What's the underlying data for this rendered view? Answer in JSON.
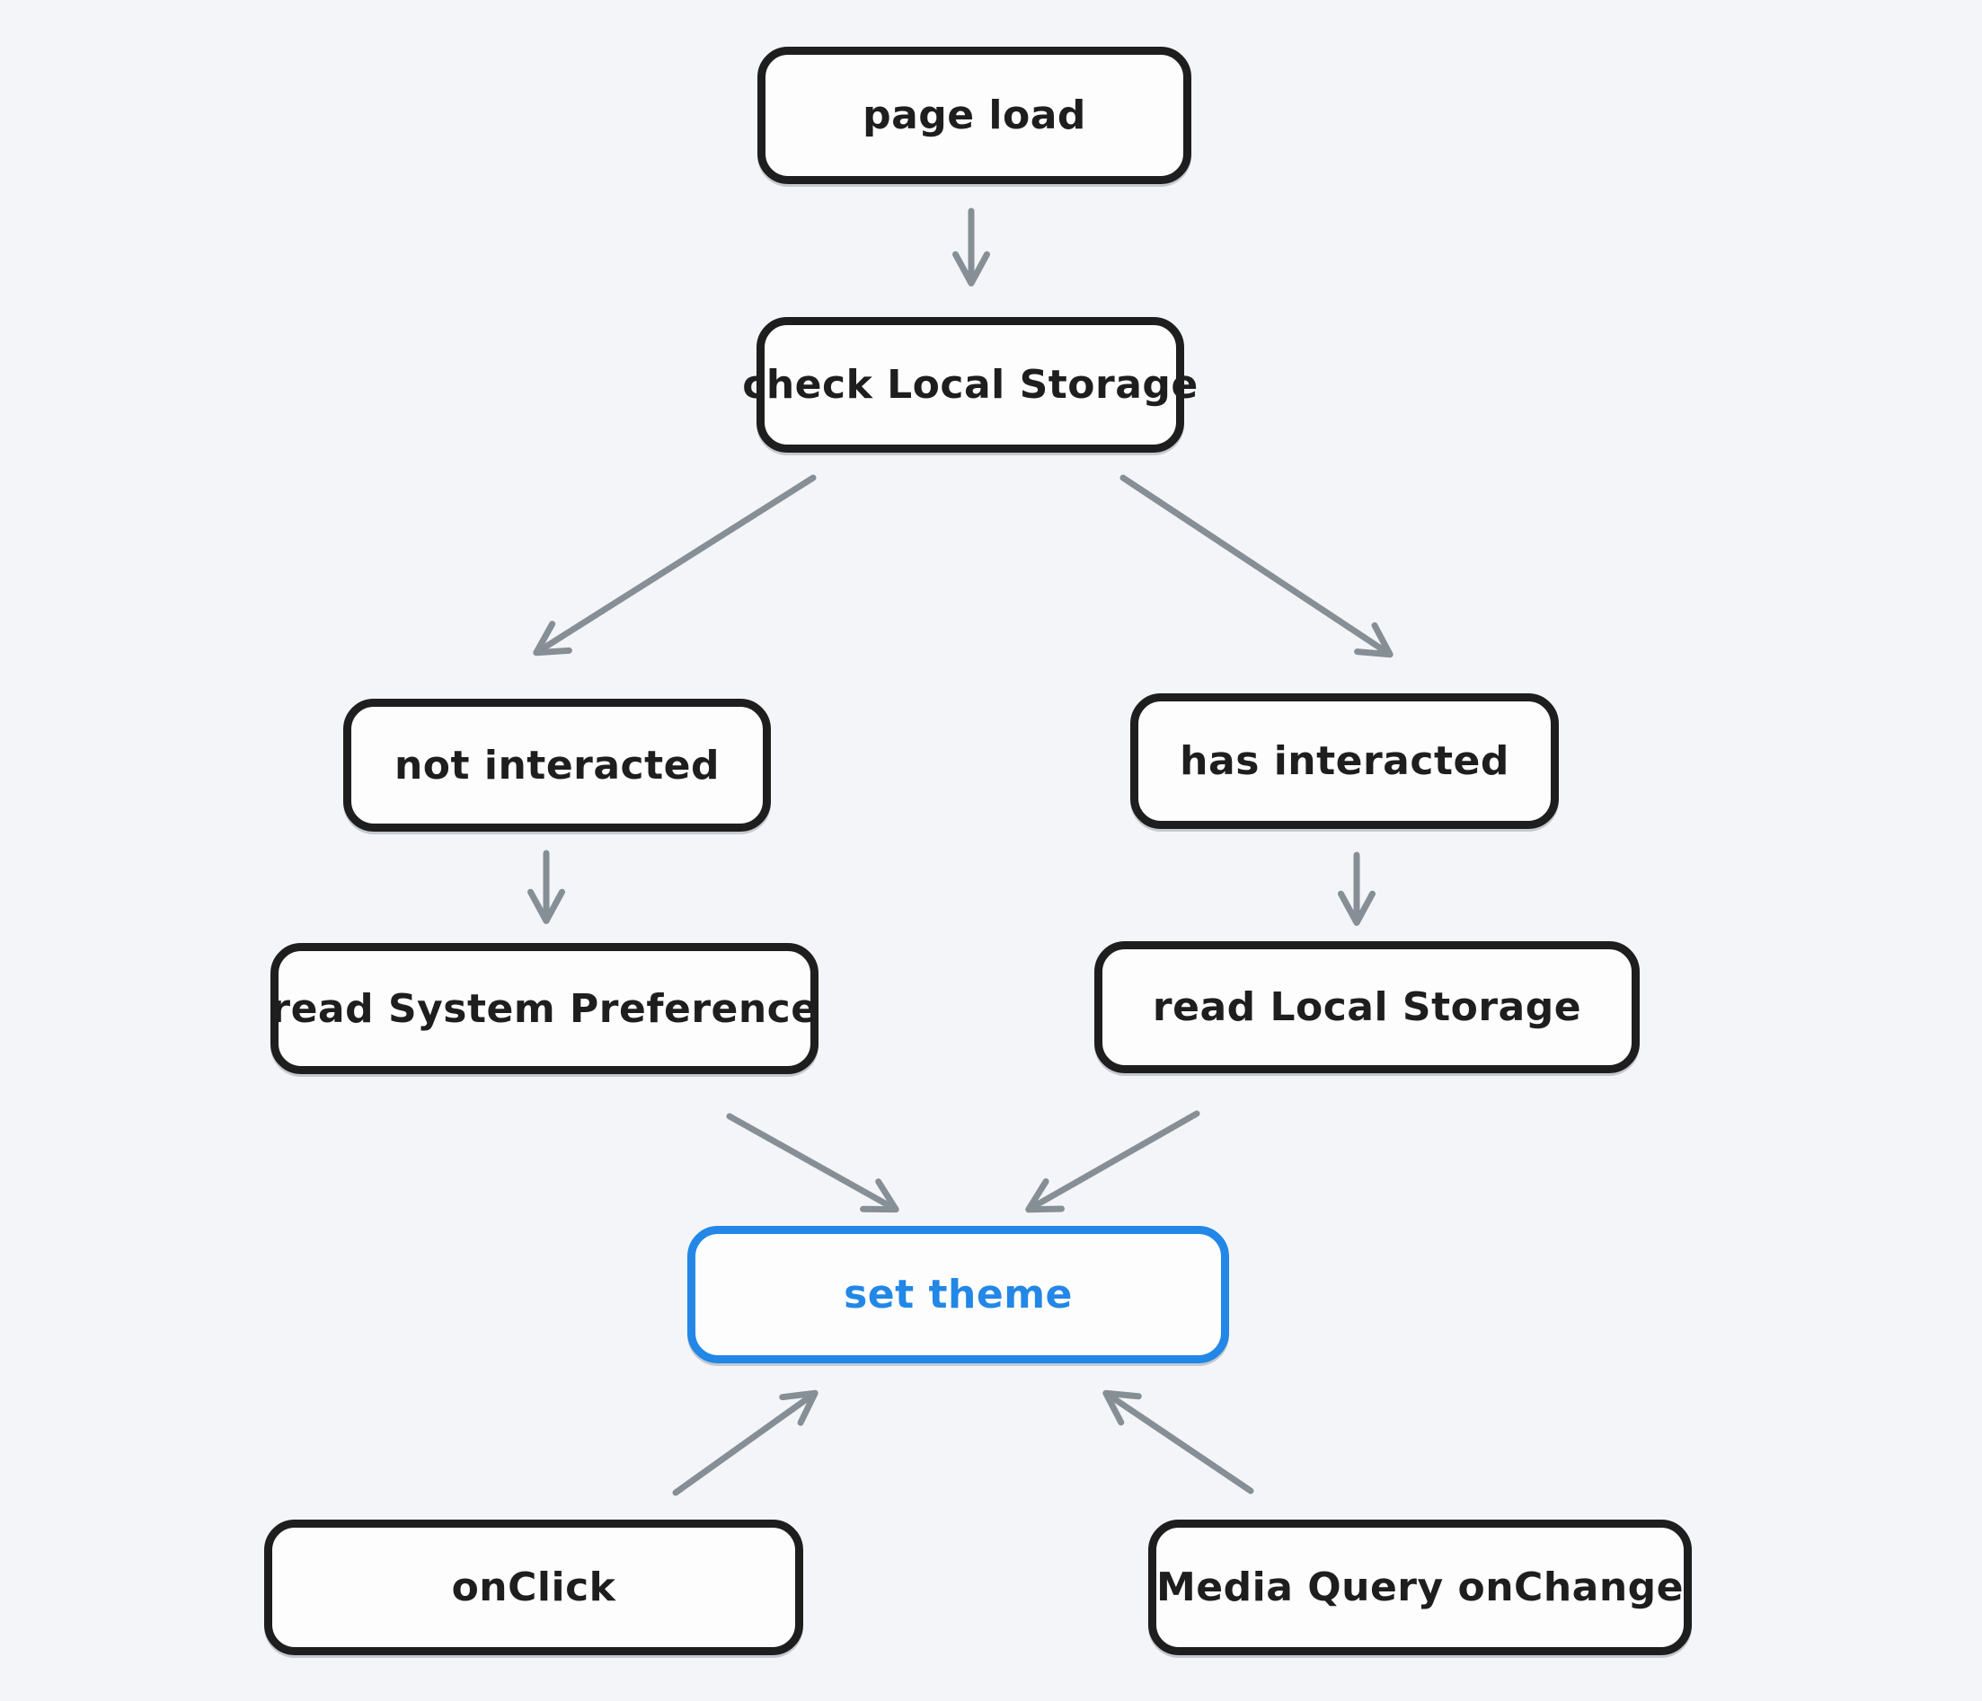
{
  "diagram": {
    "nodes": [
      {
        "id": "page-load",
        "label": "page load",
        "variant": "default"
      },
      {
        "id": "check-local-storage",
        "label": "check Local Storage",
        "variant": "default"
      },
      {
        "id": "not-interacted",
        "label": "not interacted",
        "variant": "default"
      },
      {
        "id": "has-interacted",
        "label": "has interacted",
        "variant": "default"
      },
      {
        "id": "read-system-preference",
        "label": "read System Preference",
        "variant": "default"
      },
      {
        "id": "read-local-storage",
        "label": "read Local Storage",
        "variant": "default"
      },
      {
        "id": "set-theme",
        "label": "set theme",
        "variant": "accent"
      },
      {
        "id": "onclick",
        "label": "onClick",
        "variant": "default"
      },
      {
        "id": "media-query-onchange",
        "label": "Media Query onChange",
        "variant": "default"
      }
    ],
    "edges": [
      {
        "from": "page-load",
        "to": "check-local-storage"
      },
      {
        "from": "check-local-storage",
        "to": "not-interacted"
      },
      {
        "from": "check-local-storage",
        "to": "has-interacted"
      },
      {
        "from": "not-interacted",
        "to": "read-system-preference"
      },
      {
        "from": "has-interacted",
        "to": "read-local-storage"
      },
      {
        "from": "read-system-preference",
        "to": "set-theme"
      },
      {
        "from": "read-local-storage",
        "to": "set-theme"
      },
      {
        "from": "onclick",
        "to": "set-theme"
      },
      {
        "from": "media-query-onchange",
        "to": "set-theme"
      }
    ],
    "colors": {
      "background": "#f4f5f8",
      "node_stroke": "#1e1e1e",
      "node_fill": "#fdfdfe",
      "accent": "#2287e6",
      "arrow": "#868e96"
    }
  }
}
